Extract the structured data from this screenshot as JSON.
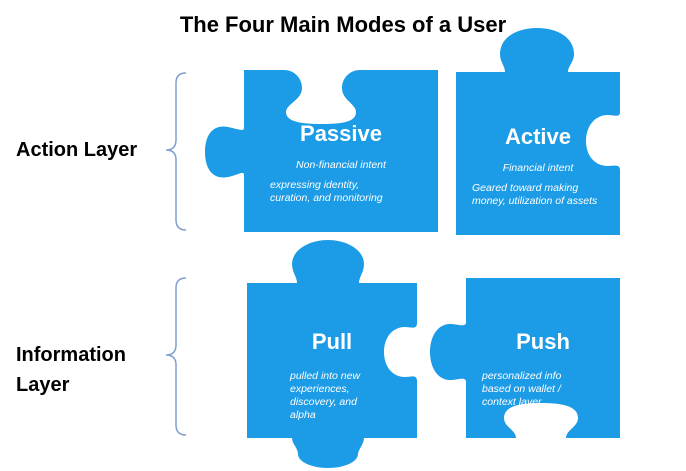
{
  "title": "The Four Main Modes of a User",
  "layers": {
    "action": "Action Layer",
    "information_line1": "Information",
    "information_line2": "Layer"
  },
  "pieces": {
    "passive": {
      "title": "Passive",
      "intent": "Non-financial intent",
      "desc_line1": "expressing identity,",
      "desc_line2": "curation, and monitoring"
    },
    "active": {
      "title": "Active",
      "intent": "Financial intent",
      "desc_line1": "Geared toward making",
      "desc_line2": "money, utilization of assets"
    },
    "pull": {
      "title": "Pull",
      "desc_line1": "pulled into new",
      "desc_line2": "experiences,",
      "desc_line3": "discovery, and",
      "desc_line4": "alpha"
    },
    "push": {
      "title": "Push",
      "desc_line1": "personalized info",
      "desc_line2": "based on wallet /",
      "desc_line3": "context layer"
    }
  },
  "colors": {
    "piece_fill": "#1c9be6",
    "bracket": "#7f9fd0",
    "text_on_piece": "#ffffff"
  }
}
